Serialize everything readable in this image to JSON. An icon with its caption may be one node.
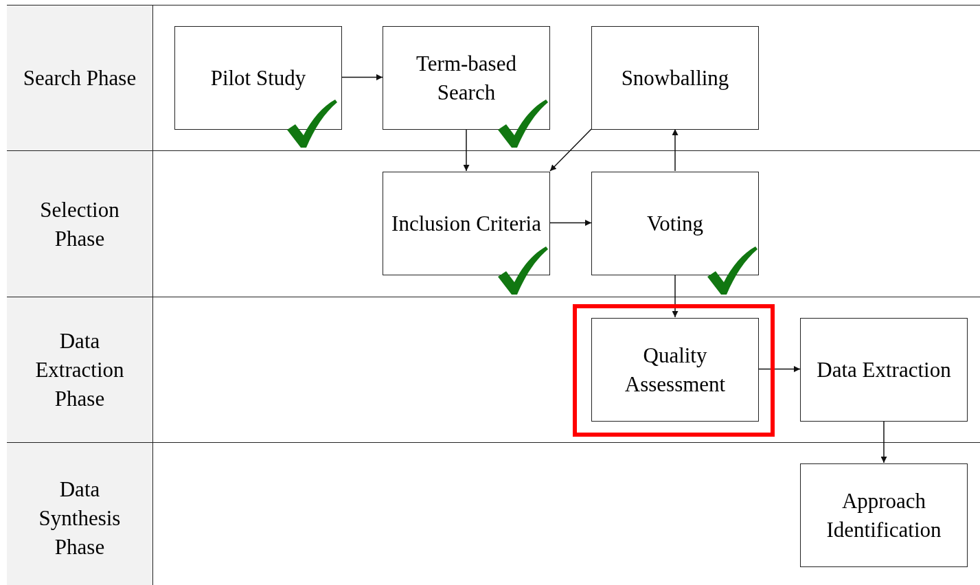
{
  "diagram": {
    "nodes": [
      {
        "text": [
          "Search Phase"
        ]
      },
      {
        "text": [
          "Pilot Study"
        ],
        "in": 0
      },
      {
        "text": [
          "Term-based Search"
        ],
        "in": 0
      },
      {
        "text": [
          "Snowballing"
        ],
        "in": 0
      },
      {
        "text": [
          "Selection Phase"
        ]
      },
      {
        "text": [
          "Inclusion Criteria"
        ],
        "in": 4
      },
      {
        "text": [
          "Voting"
        ],
        "in": 4
      },
      {
        "text": [
          "Data Extraction Phase"
        ]
      },
      {
        "text": [
          "Quality Assessment"
        ],
        "in": 7
      },
      {
        "text": [
          "Data Extraction"
        ],
        "in": 7
      },
      {
        "text": [
          "Data Synthesis Phase"
        ]
      },
      {
        "text": [
          "Approach Identification"
        ],
        "in": 10
      }
    ],
    "edges": [
      {
        "from": 1,
        "to": 2,
        "arrow": "to"
      },
      {
        "from": 2,
        "to": 5,
        "arrow": "to"
      },
      {
        "from": 3,
        "to": 5,
        "arrow": "to"
      },
      {
        "from": 5,
        "to": 6,
        "arrow": "to"
      },
      {
        "from": 6,
        "to": 3,
        "arrow": "to"
      },
      {
        "from": 6,
        "to": 8,
        "arrow": "to"
      },
      {
        "from": 8,
        "to": 9,
        "arrow": "to"
      },
      {
        "from": 9,
        "to": 11,
        "arrow": "to"
      }
    ]
  }
}
